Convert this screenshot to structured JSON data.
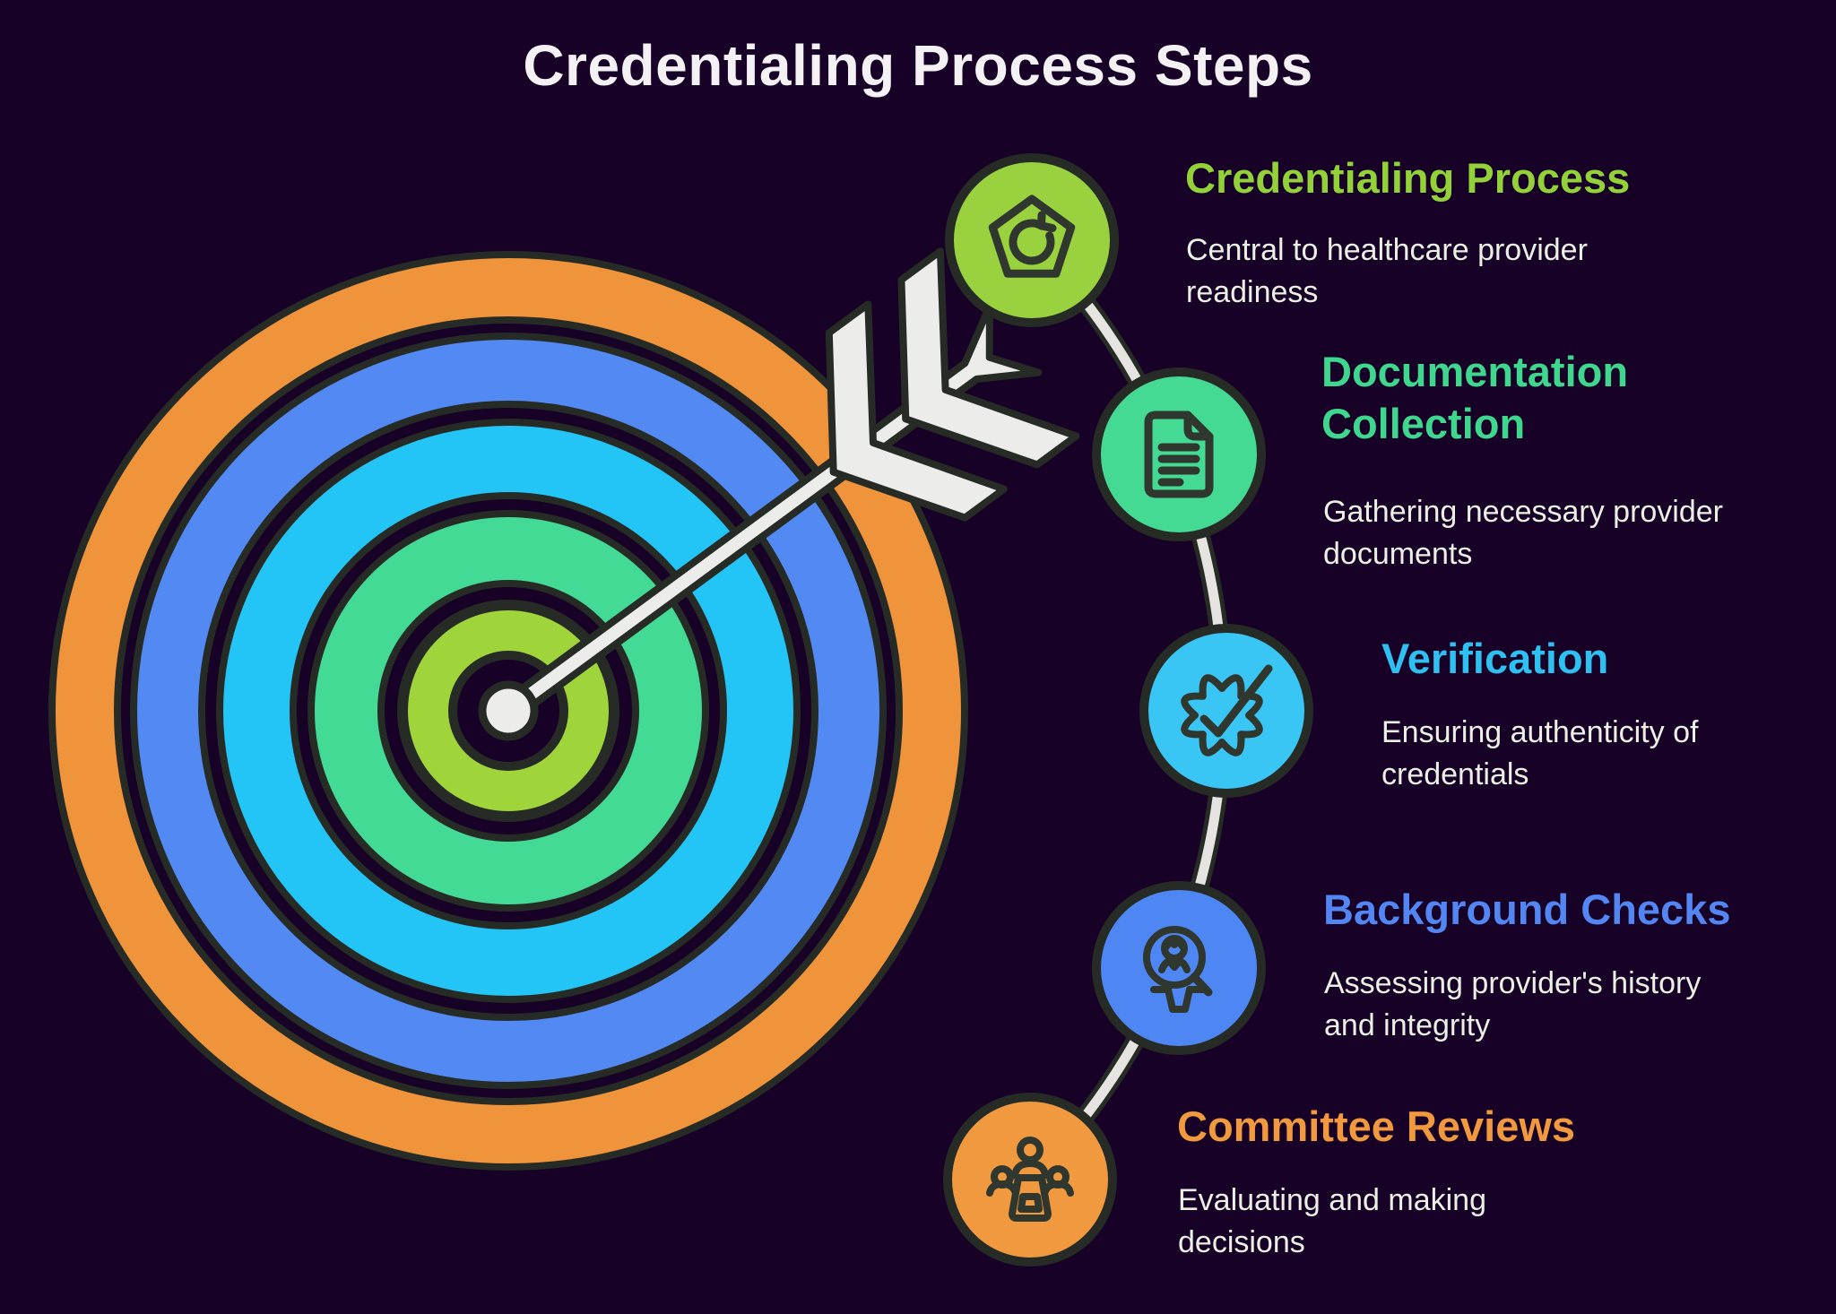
{
  "title": {
    "text": "Credentialing Process Steps",
    "color": "#f4f1f5"
  },
  "background_color": "#170126",
  "outline_color": "#262b26",
  "icon_stroke_color": "#2f372e",
  "body_text_color": "#ebf0e4",
  "connector": {
    "color": "#e6e4e1"
  },
  "arrow": {
    "color": "#ececea",
    "description": "arrow hitting bullseye center"
  },
  "target": {
    "rings": [
      {
        "name": "outer-ring",
        "color": "#f0943c"
      },
      {
        "name": "second-ring",
        "color": "#5389f2"
      },
      {
        "name": "third-ring",
        "color": "#23c5f6"
      },
      {
        "name": "fourth-ring",
        "color": "#42da94"
      },
      {
        "name": "bullseye",
        "color": "#9fd53b"
      }
    ],
    "center_dot_color": "#e9e8e6"
  },
  "steps": [
    {
      "id": "credentialing-process",
      "heading1": "Credentialing Process",
      "body1": "Central to healthcare provider",
      "body2": "readiness",
      "heading_color": "#93d139",
      "circle_color": "#9ad23f",
      "icon": "refresh-pentagon-icon"
    },
    {
      "id": "documentation-collection",
      "heading1": "Documentation",
      "heading2": "Collection",
      "body1": "Gathering necessary provider",
      "body2": "documents",
      "heading_color": "#3fd68e",
      "circle_color": "#45da94",
      "icon": "document-icon"
    },
    {
      "id": "verification",
      "heading1": "Verification",
      "body1": "Ensuring authenticity of",
      "body2": "credentials",
      "heading_color": "#2fc0f2",
      "circle_color": "#39c6f4",
      "icon": "seal-check-icon"
    },
    {
      "id": "background-checks",
      "heading1": "Background Checks",
      "body1": "Assessing provider's history",
      "body2": "and integrity",
      "heading_color": "#5386f2",
      "circle_color": "#4e87f4",
      "icon": "person-magnifier-icon"
    },
    {
      "id": "committee-reviews",
      "heading1": "Committee Reviews",
      "body1": "Evaluating and making",
      "body2": "decisions",
      "heading_color": "#f0993e",
      "circle_color": "#f0993f",
      "icon": "committee-icon"
    }
  ]
}
